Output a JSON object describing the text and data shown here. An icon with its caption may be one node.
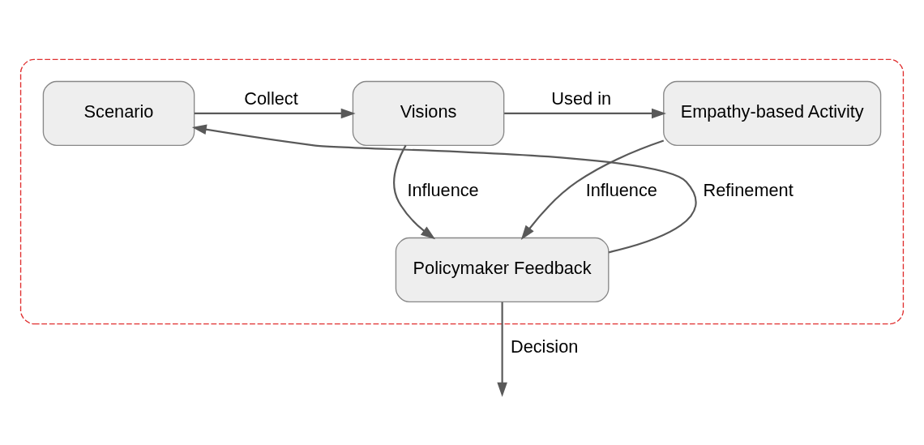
{
  "diagram": {
    "nodes": [
      {
        "text": [],
        "shape": "box"
      },
      {
        "text": [
          "Scenario"
        ],
        "in": 0
      },
      {
        "text": [
          "Visions"
        ],
        "in": 0
      },
      {
        "text": [
          "Empathy-based Activity"
        ],
        "in": 0
      },
      {
        "text": [
          "Policymaker Feedback"
        ],
        "in": 0
      }
    ],
    "edges": [
      {
        "from": 1,
        "to": 2,
        "label": "Collect",
        "arrow": "to"
      },
      {
        "from": 2,
        "to": 3,
        "label": "Used in",
        "arrow": "to"
      },
      {
        "from": 2,
        "to": 4,
        "label": "Influence",
        "arrow": "to"
      },
      {
        "from": 3,
        "to": 4,
        "label": "Influence",
        "arrow": "to"
      },
      {
        "from": 4,
        "to": 1,
        "label": "Refinement",
        "arrow": "to"
      },
      {
        "from": 4,
        "to": null,
        "label": "Decision",
        "arrow": "to"
      }
    ]
  }
}
